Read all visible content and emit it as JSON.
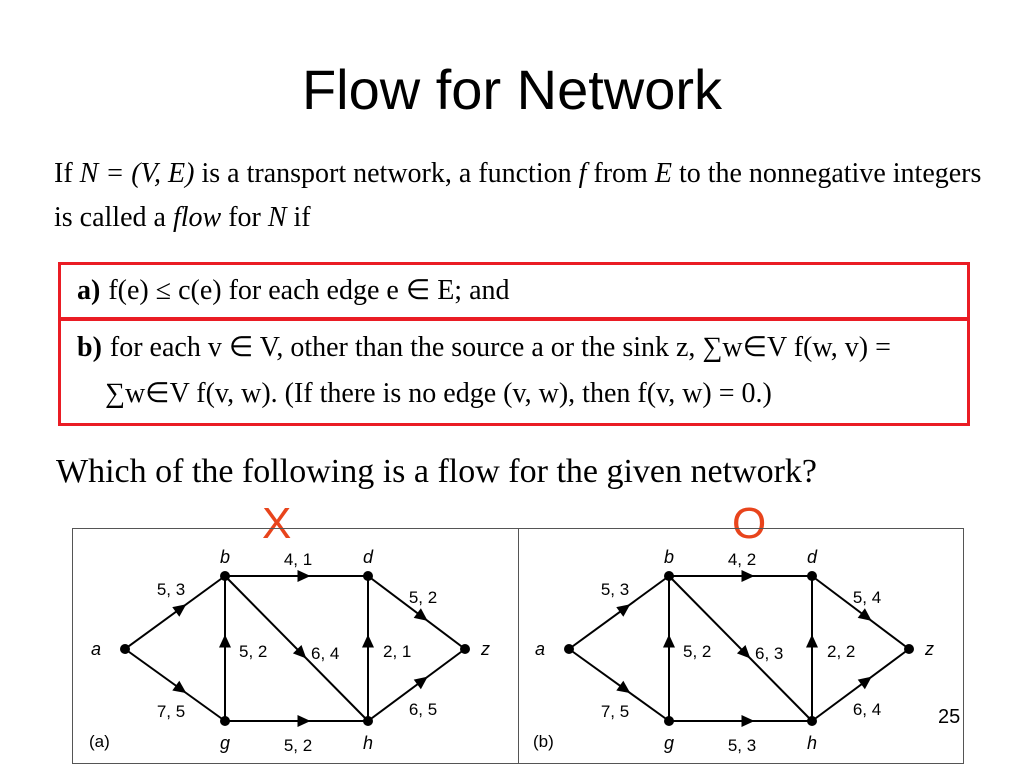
{
  "title": "Flow for Network",
  "intro": {
    "p1": "If ",
    "n_eq": "N = (V, E)",
    "p2": " is a transport network, a function ",
    "f": "f",
    "p3": " from ",
    "E": "E",
    "p4": " to the nonnegative integers is called a ",
    "flow": "flow",
    "p5": " for ",
    "N": "N",
    "p6": " if"
  },
  "conditions": {
    "a": {
      "label": "a)",
      "text": "f(e) ≤ c(e) for each edge e ∈ E; and"
    },
    "b": {
      "label": "b)",
      "line1": "for each v ∈ V, other than the source a or the sink z, ∑w∈V f(w, v) =",
      "line2": "∑w∈V f(v, w). (If there is no edge (v, w), then f(v, w) = 0.)"
    }
  },
  "question": "Which of the following is a flow for the given network?",
  "marks": {
    "a": "X",
    "b": "O"
  },
  "panels": [
    {
      "label": "(a)",
      "vertices": {
        "a": "a",
        "b": "b",
        "d": "d",
        "g": "g",
        "h": "h",
        "z": "z"
      },
      "edges": {
        "ab": "5, 3",
        "ag": "7, 5",
        "bd": "4, 1",
        "gb": "5, 2",
        "bh": "6, 4",
        "hd": "2, 1",
        "gh": "5, 2",
        "dz": "5, 2",
        "hz": "6, 5"
      }
    },
    {
      "label": "(b)",
      "vertices": {
        "a": "a",
        "b": "b",
        "d": "d",
        "g": "g",
        "h": "h",
        "z": "z"
      },
      "edges": {
        "ab": "5, 3",
        "ag": "7, 5",
        "bd": "4, 2",
        "gb": "5, 2",
        "bh": "6, 3",
        "hd": "2, 2",
        "gh": "5, 3",
        "dz": "5, 4",
        "hz": "6, 4"
      }
    }
  ],
  "page_number": "25"
}
